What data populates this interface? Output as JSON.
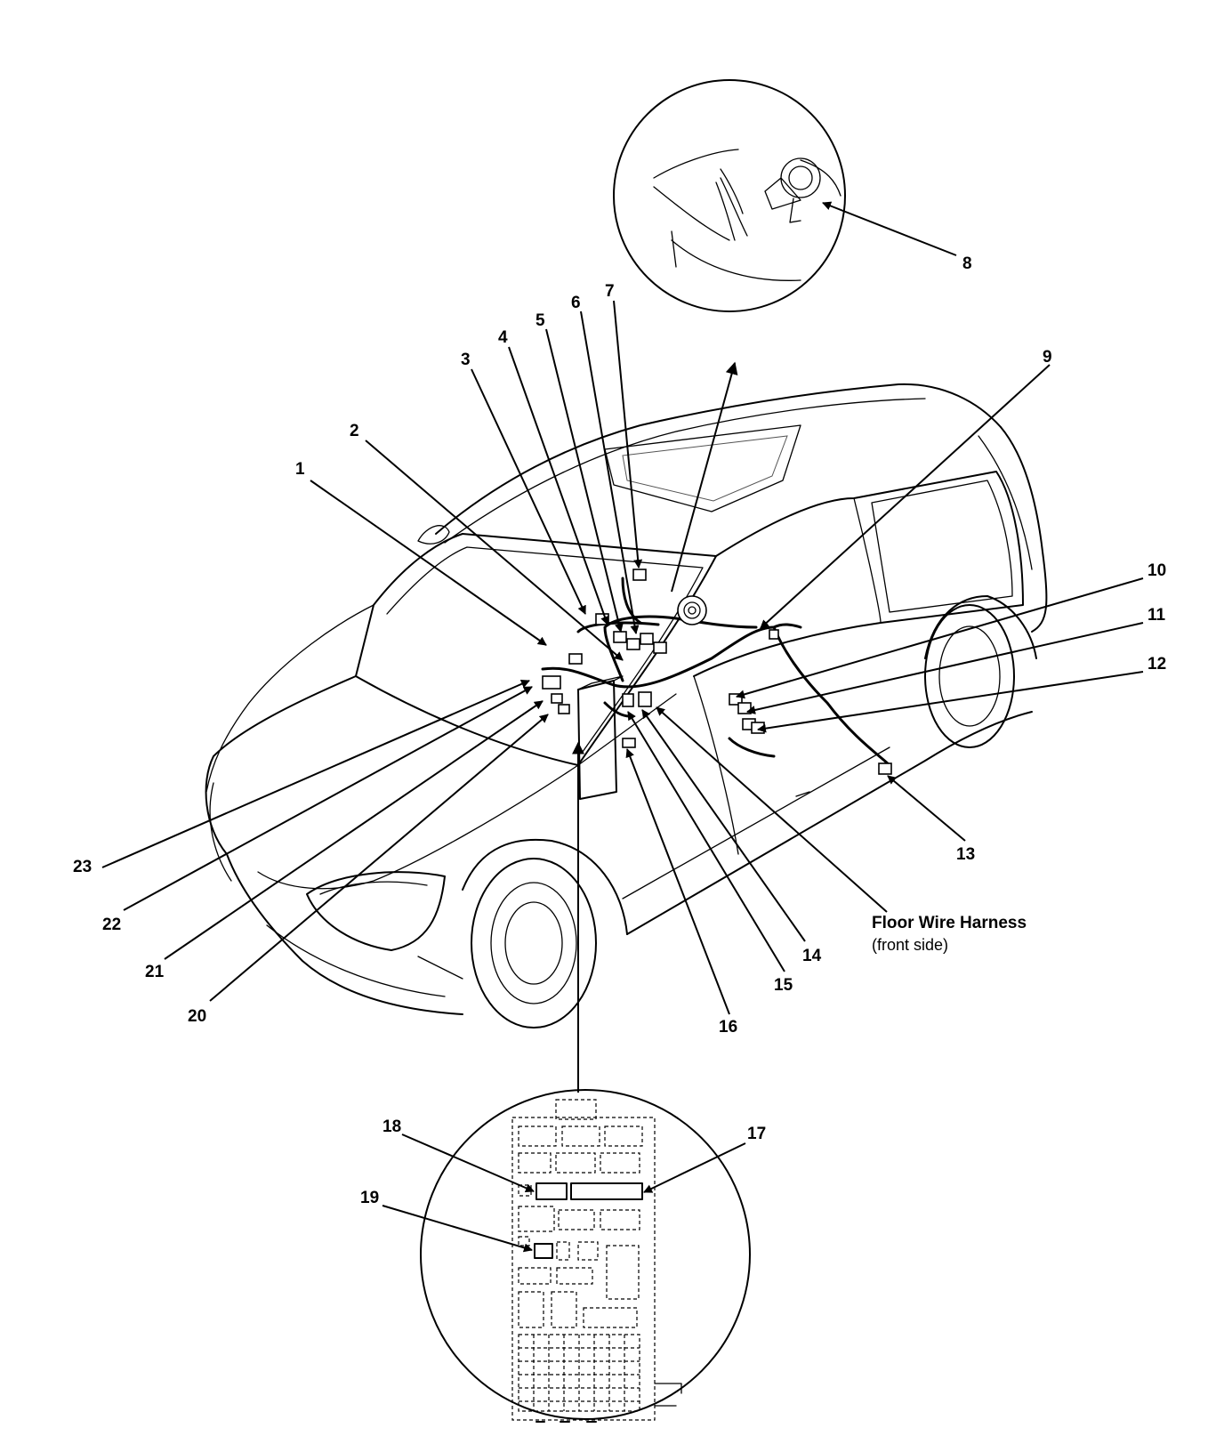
{
  "callouts": [
    "1",
    "2",
    "3",
    "4",
    "5",
    "6",
    "7",
    "8",
    "9",
    "10",
    "11",
    "12",
    "13",
    "14",
    "15",
    "16",
    "17",
    "18",
    "19",
    "20",
    "21",
    "22",
    "23"
  ],
  "caption": {
    "title": "Floor Wire Harness",
    "subtitle": "(front side)"
  }
}
